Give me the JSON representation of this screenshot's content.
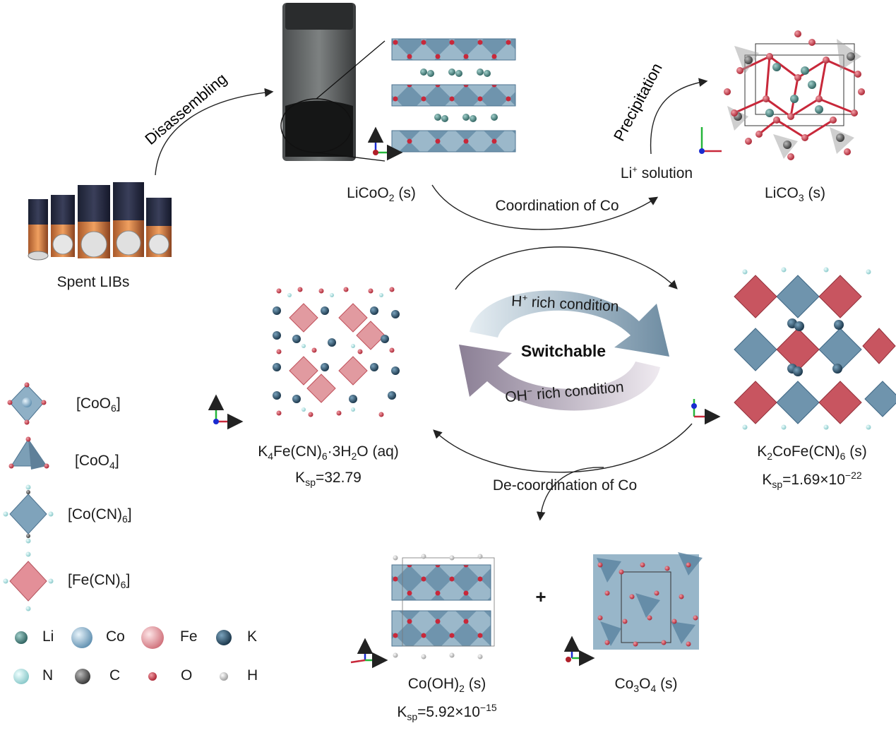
{
  "steps": {
    "disassembling": "Disassembling",
    "precipitation": "Precipitation",
    "coordination": "Coordination of Co",
    "decoordination": "De-coordination of Co"
  },
  "species": {
    "spent_libs": "Spent LIBs",
    "licoo2": {
      "main": "LiCoO",
      "sub": "2",
      "state": " (s)"
    },
    "li_solution": {
      "main": "Li",
      "sup": "+",
      "rest": " solution"
    },
    "lico3": {
      "main": "LiCO",
      "sub": "3",
      "state": " (s)"
    },
    "k4fe": {
      "p1": "K",
      "s1": "4",
      "p2": "Fe(CN)",
      "s2": "6",
      "p3": "·3H",
      "s3": "2",
      "p4": "O (aq)",
      "ksp_main": "K",
      "ksp_sub": "sp",
      "ksp_val": "=32.79"
    },
    "k2cofe": {
      "p1": "K",
      "s1": "2",
      "p2": "CoFe(CN)",
      "s2": "6",
      "p3": " (s)",
      "ksp_main": "K",
      "ksp_sub": "sp",
      "ksp_val": "=1.69×10",
      "ksp_exp": "−22"
    },
    "cooh2": {
      "p1": "Co(OH)",
      "s1": "2",
      "p2": " (s)",
      "ksp_main": "K",
      "ksp_sub": "sp",
      "ksp_val": "=5.92×10",
      "ksp_exp": "−15"
    },
    "co3o4": {
      "p1": "Co",
      "s1": "3",
      "p2": "O",
      "s2": "4",
      "p3": " (s)"
    },
    "plus": "+"
  },
  "cycle": {
    "top": {
      "main": "H",
      "sup": "+",
      "rest": " rich condition"
    },
    "center": "Switchable",
    "bottom": {
      "main": "OH",
      "sup": "−",
      "rest": " rich condition"
    }
  },
  "legend": {
    "polyhedra": [
      {
        "p1": "[CoO",
        "sub": "6",
        "p2": "]"
      },
      {
        "p1": "[CoO",
        "sub": "4",
        "p2": "]"
      },
      {
        "p1": "[Co(CN)",
        "sub": "6",
        "p2": "]"
      },
      {
        "p1": "[Fe(CN)",
        "sub": "6",
        "p2": "]"
      }
    ],
    "atoms": [
      "Li",
      "Co",
      "Fe",
      "K",
      "N",
      "C",
      "O",
      "H"
    ]
  },
  "colors": {
    "co_blue": "#7fa6bf",
    "fe_red": "#d4747c",
    "o_red": "#c8283a",
    "k_dark": "#1f3b4d",
    "li_teal": "#3e7c78",
    "n_cyan": "#a8dcdc",
    "c_gray": "#555555",
    "h_white": "#dddddd",
    "arrow_top": "#7e96aa",
    "arrow_bottom": "#8a8096"
  }
}
